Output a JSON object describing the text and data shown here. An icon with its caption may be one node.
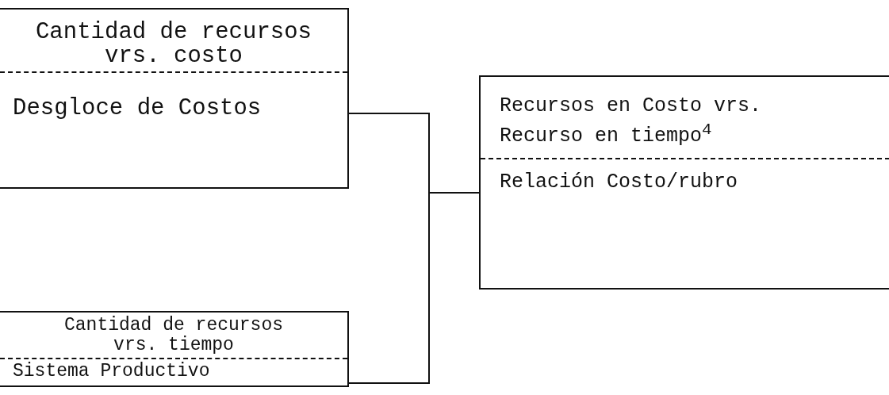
{
  "diagram": {
    "nodes": [
      {
        "text": [
          "Cantidad de recursos vrs. costo",
          "Desgloce de Costos"
        ]
      },
      {
        "text": [
          "Cantidad de recursos vrs. tiempo",
          "Sistema Productivo"
        ]
      },
      {
        "text": [
          "Recursos en Costo vrs. Recurso en tiempo$^{4}$",
          "Relación Costo/rubro"
        ]
      }
    ],
    "edges": [
      {
        "from": 0,
        "to": 2,
        "arrow": "none"
      },
      {
        "from": 1,
        "to": 2,
        "arrow": "none"
      }
    ]
  }
}
